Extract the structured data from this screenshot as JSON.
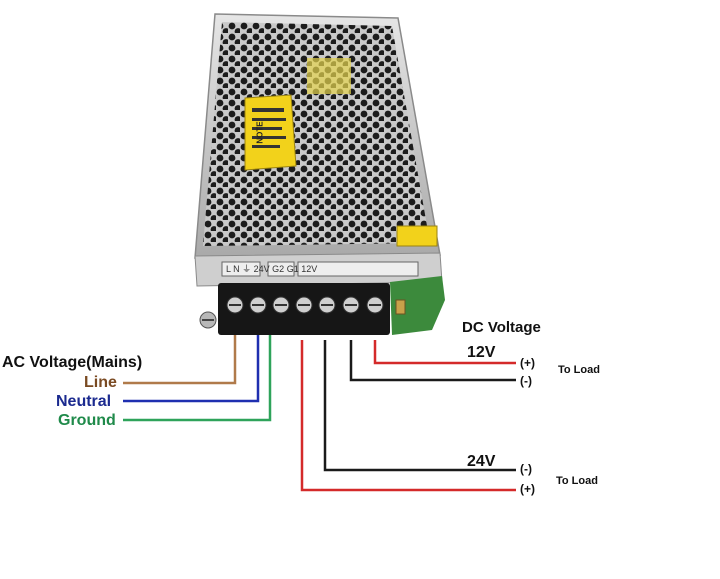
{
  "ac": {
    "title": "AC Voltage(Mains)",
    "line": "Line",
    "neutral": "Neutral",
    "ground": "Ground"
  },
  "dc": {
    "title": "DC Voltage",
    "v12": "12V",
    "v24": "24V",
    "plus": "(+)",
    "minus": "(-)",
    "to_load": "To Load"
  },
  "psu": {
    "terminal_text": "L  N    ⏚    24V  G2  G1  12V",
    "yellow_label": "NOTE"
  },
  "colors": {
    "line_wire": "#b07a4a",
    "neutral_wire": "#1f2fb0",
    "ground_wire": "#2ea35a",
    "positive_wire": "#d42a2a",
    "negative_wire": "#1a1a1a",
    "label_line": "#7a4a22",
    "label_neutral": "#1b2a8f",
    "label_ground": "#1f8a4a"
  }
}
